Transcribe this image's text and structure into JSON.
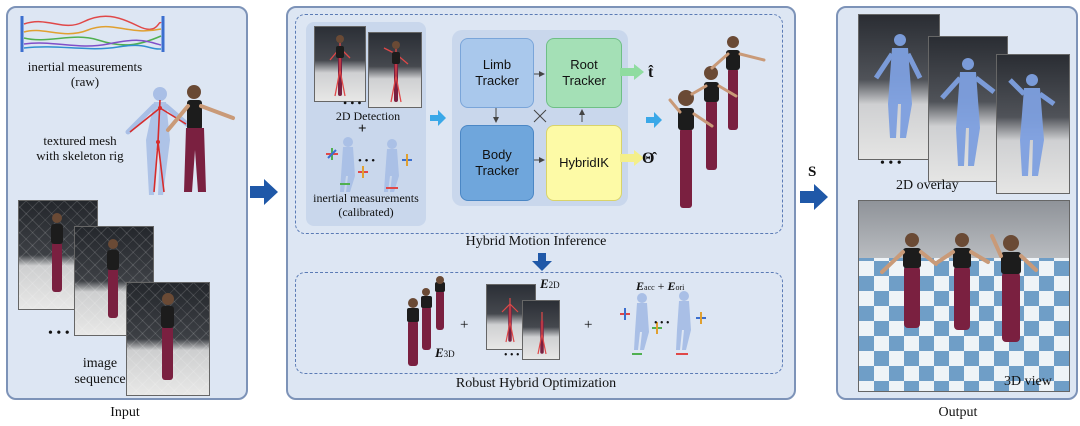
{
  "input_panel": {
    "caption": "Input",
    "imu_label_line1": "inertial measurements",
    "imu_label_line2": "(raw)",
    "mesh_label_line1": "textured mesh",
    "mesh_label_line2": "with skeleton rig",
    "seq_label_line1": "image",
    "seq_label_line2": "sequence",
    "ellipsis": "• • •"
  },
  "inference": {
    "title": "Hybrid Motion Inference",
    "detection_label": "2D Detection",
    "plus": "+",
    "imu_cal_line1": "inertial measurements",
    "imu_cal_line2": "(calibrated)",
    "ellipsis": "• • •",
    "limb_tracker": "Limb Tracker",
    "root_tracker": "Root Tracker",
    "body_tracker": "Body Tracker",
    "hybrid_ik": "HybridIK",
    "t_hat": "t̂",
    "theta_hat": "Θ̂"
  },
  "optimization": {
    "title": "Robust Hybrid Optimization",
    "e3d_base": "E",
    "e3d_sub": "3D",
    "e2d_base": "E",
    "e2d_sub": "2D",
    "eacc_base": "E",
    "eacc_sub": "acc",
    "plus_mid": " + ",
    "eori_base": "E",
    "eori_sub": "ori",
    "plus1": "+",
    "plus2": "+",
    "ellipsis": "• • •"
  },
  "output_panel": {
    "caption": "Output",
    "overlay_label": "2D overlay",
    "view3d_label": "3D view",
    "ellipsis": "• • •"
  },
  "arrow_s_label": "S",
  "colors": {
    "panel_bg": "#dde6f3",
    "panel_border": "#7d93b8",
    "dashed_border": "#5b7bb5",
    "arrow_blue": "#1f58a8",
    "light_arrow": "#3aa8e8",
    "limb_fill": "#a9c8ec",
    "root_fill": "#a4e0b6",
    "body_fill": "#6fa6dc",
    "hybridik_fill": "#fdfaa6"
  }
}
